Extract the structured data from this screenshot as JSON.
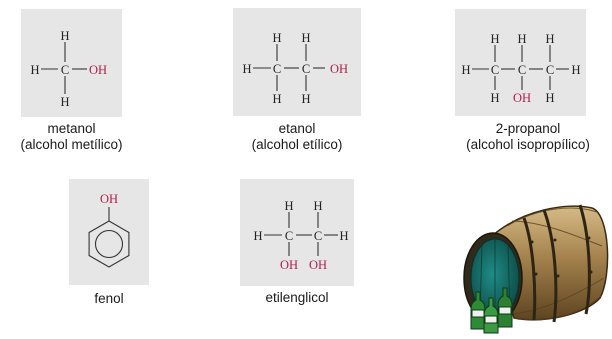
{
  "colors": {
    "card_bg": "#e6e6e6",
    "bond": "#333333",
    "atom_text": "#222222",
    "hydroxyl": "#b01e4a"
  },
  "atoms": {
    "H": "H",
    "C": "C",
    "OH": "OH"
  },
  "molecules": [
    {
      "id": "metanol",
      "caption_line1": "metanol",
      "caption_line2": "(alcohol metílico)"
    },
    {
      "id": "etanol",
      "caption_line1": "etanol",
      "caption_line2": "(alcohol etílico)"
    },
    {
      "id": "propanol",
      "caption_line1": "2-propanol",
      "caption_line2": "(alcohol isopropílico)"
    },
    {
      "id": "fenol",
      "caption_line1": "fenol",
      "caption_line2": ""
    },
    {
      "id": "etilenglicol",
      "caption_line1": "etilenglicol",
      "caption_line2": ""
    }
  ],
  "icons": {
    "barrel": "barrel-with-bottles-icon"
  }
}
